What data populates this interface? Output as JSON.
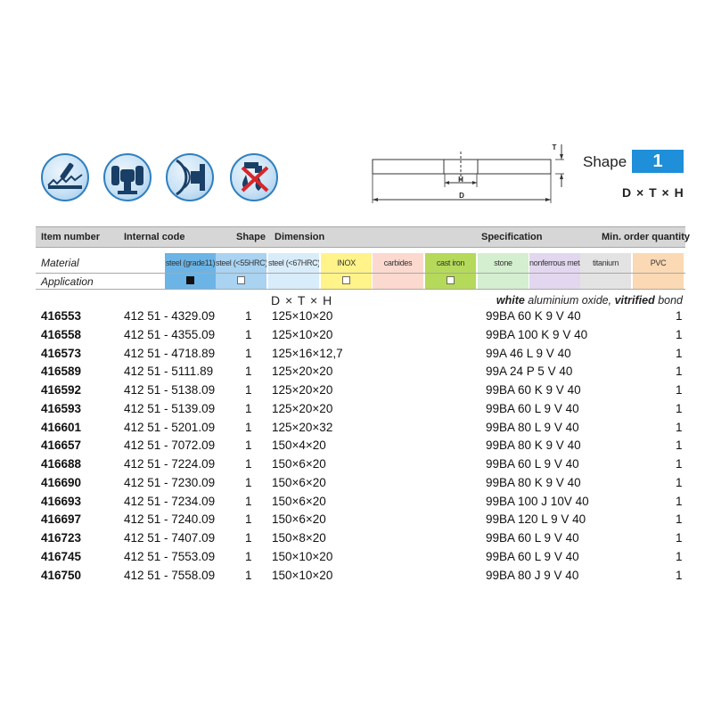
{
  "shape_panel": {
    "shape_label": "Shape",
    "shape_number": "1",
    "formula": "D × T × H",
    "dim_labels": {
      "t": "T",
      "h": "H",
      "d": "D"
    }
  },
  "icons": [
    "sawblade-sharpening-icon",
    "bench-grinder-icon",
    "grinding-wheel-edge-icon",
    "no-coolant-icon"
  ],
  "header": {
    "item_number": "Item number",
    "internal_code": "Internal code",
    "shape": "Shape",
    "dimension": "Dimension",
    "specification": "Specification",
    "min_order": "Min. order quantity"
  },
  "material_label": "Material",
  "application_label": "Application",
  "materials": [
    {
      "label": "steel (grade11)",
      "color": "#6cb4e6",
      "app": "filled"
    },
    {
      "label": "steel (<55HRC)",
      "color": "#a9d3f1",
      "app": "empty"
    },
    {
      "label": "steel (<67HRC)",
      "color": "#d8ecfa",
      "app": "none"
    },
    {
      "label": "INOX",
      "color": "#fff38a",
      "app": "empty"
    },
    {
      "label": "carbides",
      "color": "#fbd9cf",
      "app": "none"
    },
    {
      "label": "cast iron",
      "color": "#b5d95a",
      "app": "empty"
    },
    {
      "label": "stone",
      "color": "#d4eed0",
      "app": "none"
    },
    {
      "label": "nonferrous metals",
      "color": "#e2d7ef",
      "app": "none"
    },
    {
      "label": "titanium",
      "color": "#e3e3e3",
      "app": "none"
    },
    {
      "label": "PVC",
      "color": "#fbd9b4",
      "app": "none"
    }
  ],
  "dim_header": "D × T × H",
  "bond_note": {
    "w1": "white",
    "w2": " aluminium oxide, ",
    "w3": "vitrified",
    "w4": " bond"
  },
  "rows": [
    {
      "item": "416553",
      "code": "412 51 - 4329.09",
      "shape": "1",
      "dim": "125×10×20",
      "spec": "99BA  60 K 9 V 40",
      "qty": "1"
    },
    {
      "item": "416558",
      "code": "412 51 - 4355.09",
      "shape": "1",
      "dim": "125×10×20",
      "spec": "99BA  100 K 9 V 40",
      "qty": "1"
    },
    {
      "item": "416573",
      "code": "412 51 - 4718.89",
      "shape": "1",
      "dim": "125×16×12,7",
      "spec": "99A  46 L 9 V 40",
      "qty": "1"
    },
    {
      "item": "416589",
      "code": "412 51 - 5111.89",
      "shape": "1",
      "dim": "125×20×20",
      "spec": "99A  24 P 5 V 40",
      "qty": "1"
    },
    {
      "item": "416592",
      "code": "412 51 - 5138.09",
      "shape": "1",
      "dim": "125×20×20",
      "spec": "99BA  60 K  9 V 40",
      "qty": "1"
    },
    {
      "item": "416593",
      "code": "412 51 - 5139.09",
      "shape": "1",
      "dim": "125×20×20",
      "spec": "99BA  60 L 9 V 40",
      "qty": "1"
    },
    {
      "item": "416601",
      "code": "412 51 - 5201.09",
      "shape": "1",
      "dim": "125×20×32",
      "spec": "99BA  80 L 9 V 40",
      "qty": "1"
    },
    {
      "item": "416657",
      "code": "412 51 - 7072.09",
      "shape": "1",
      "dim": "150×4×20",
      "spec": "99BA  80 K 9 V 40",
      "qty": "1"
    },
    {
      "item": "416688",
      "code": "412 51 - 7224.09",
      "shape": "1",
      "dim": "150×6×20",
      "spec": "99BA  60 L 9 V 40",
      "qty": "1"
    },
    {
      "item": "416690",
      "code": "412 51 - 7230.09",
      "shape": "1",
      "dim": "150×6×20",
      "spec": "99BA  80 K 9 V 40",
      "qty": "1"
    },
    {
      "item": "416693",
      "code": "412 51 - 7234.09",
      "shape": "1",
      "dim": "150×6×20",
      "spec": "99BA  100 J 10V 40",
      "qty": "1"
    },
    {
      "item": "416697",
      "code": "412 51 - 7240.09",
      "shape": "1",
      "dim": "150×6×20",
      "spec": "99BA  120 L 9 V 40",
      "qty": "1"
    },
    {
      "item": "416723",
      "code": "412 51 - 7407.09",
      "shape": "1",
      "dim": "150×8×20",
      "spec": "99BA  60 L 9 V 40",
      "qty": "1"
    },
    {
      "item": "416745",
      "code": "412 51 - 7553.09",
      "shape": "1",
      "dim": "150×10×20",
      "spec": "99BA  60 L 9 V 40",
      "qty": "1"
    },
    {
      "item": "416750",
      "code": "412 51 - 7558.09",
      "shape": "1",
      "dim": "150×10×20",
      "spec": "99BA  80 J 9 V 40",
      "qty": "1"
    }
  ]
}
